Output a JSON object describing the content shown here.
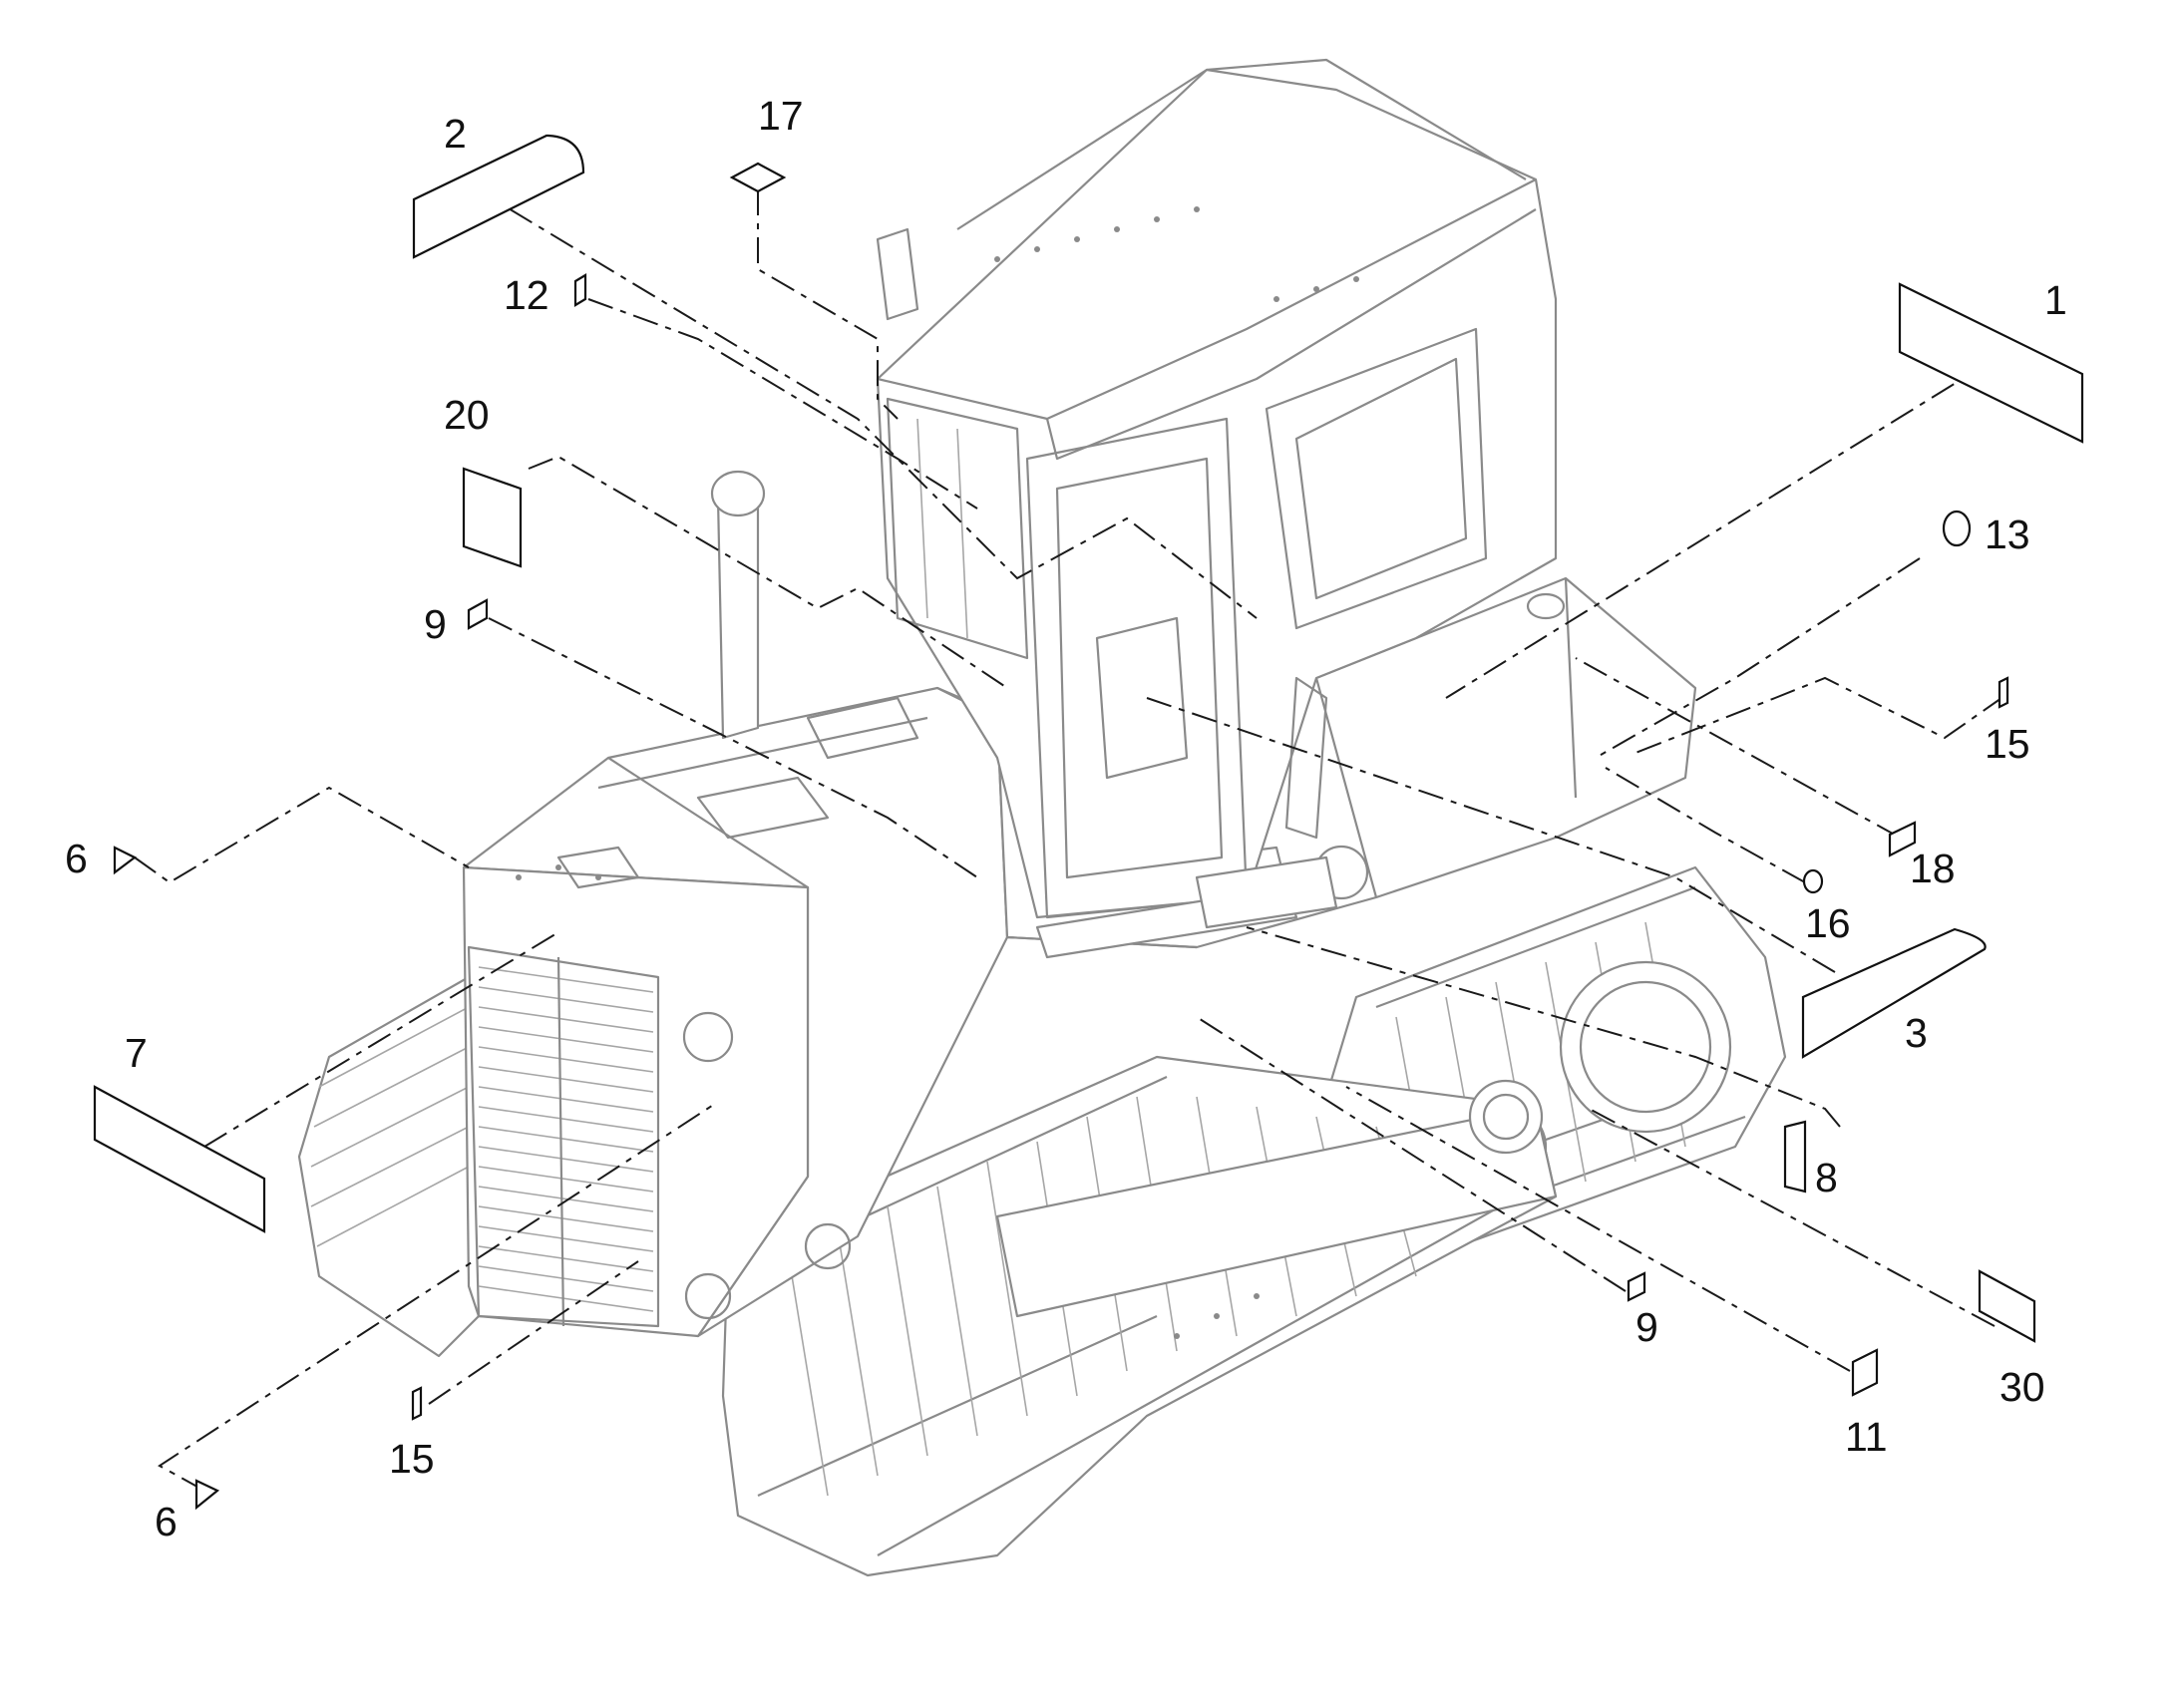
{
  "diagram": {
    "callouts": {
      "c1": "1",
      "c2": "2",
      "c3": "3",
      "c6a": "6",
      "c6b": "6",
      "c7": "7",
      "c8": "8",
      "c9a": "9",
      "c9b": "9",
      "c11": "11",
      "c12": "12",
      "c13": "13",
      "c15a": "15",
      "c15b": "15",
      "c16": "16",
      "c17": "17",
      "c18": "18",
      "c20": "20",
      "c30": "30"
    },
    "colors": {
      "machine_line": "#8a8a8a",
      "callout_line": "#1a1a1a",
      "background": "#ffffff"
    }
  }
}
